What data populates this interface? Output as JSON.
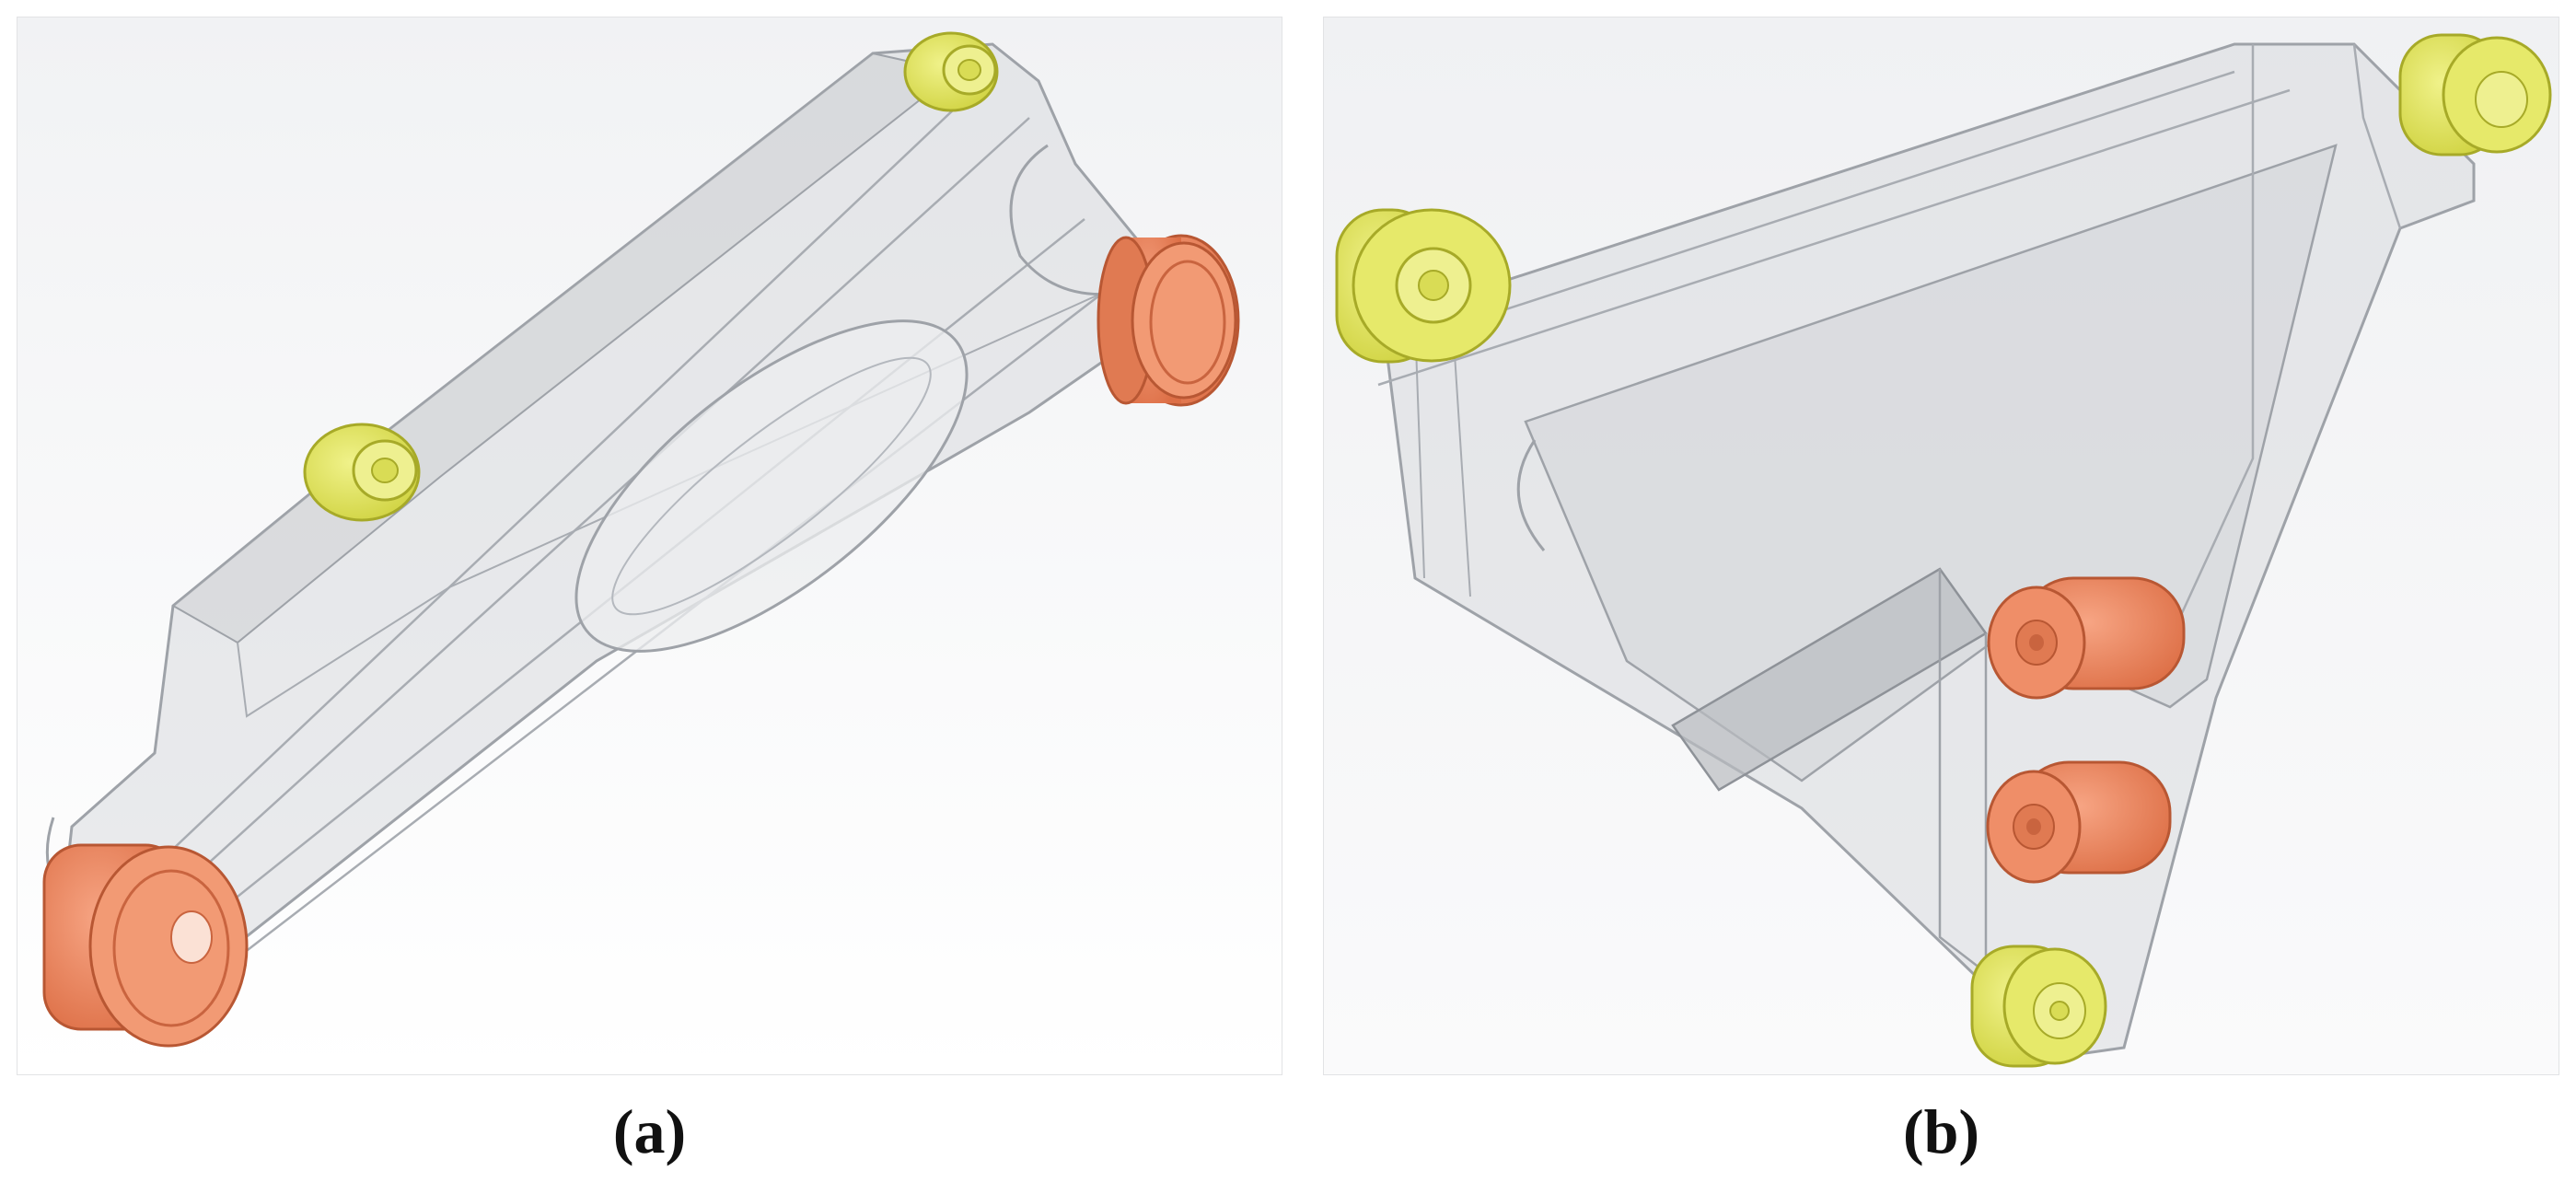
{
  "figure": {
    "panels": [
      {
        "id": "a",
        "label": "(a)"
      },
      {
        "id": "b",
        "label": "(b)"
      }
    ]
  },
  "colors": {
    "background": "#ffffff",
    "shell_fill": "#d6d8dc",
    "shell_edge": "#9a9ea4",
    "bushing_yellow": "#e3e65a",
    "bushing_yellow_dark": "#b9bc2c",
    "bushing_orange": "#ef8a62",
    "bushing_orange_dark": "#c9643f"
  }
}
